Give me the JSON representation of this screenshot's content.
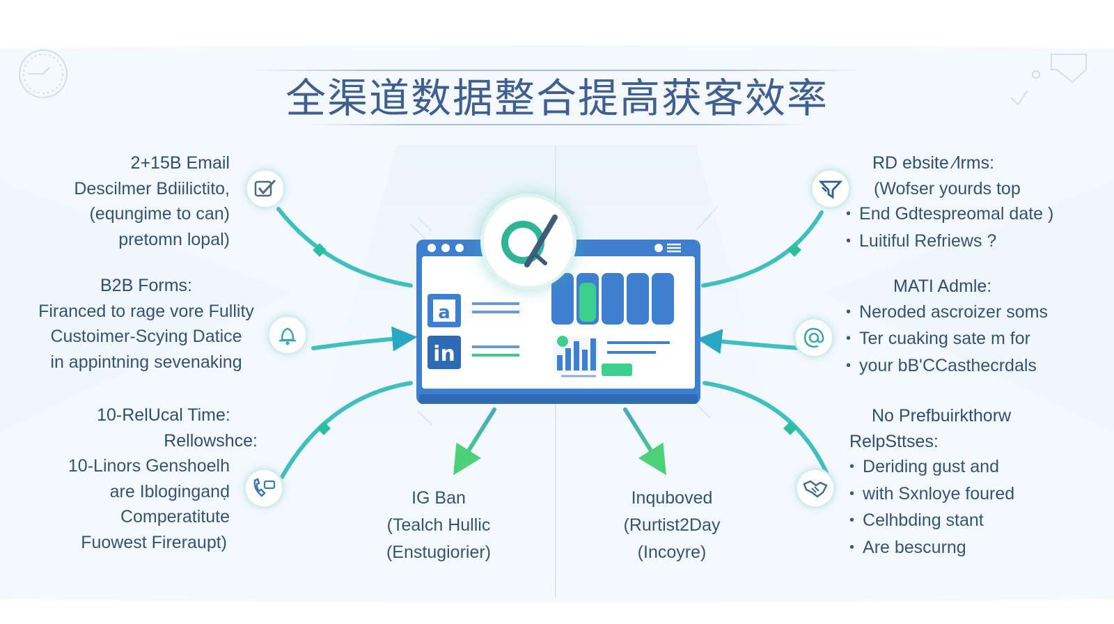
{
  "title": "全渠道数据整合提高获客效率",
  "left": {
    "email": {
      "heading": "2+15B Email",
      "lines": [
        "Descilmer Bdiilictito,",
        "(equngime to can)",
        "pretomn lopal)"
      ],
      "icon": "checkbox-icon"
    },
    "forms": {
      "heading": "B2B Forms:",
      "lines": [
        "Firanced to rage vore Fullity",
        "Custoimer-Scying Datice",
        "in appintning sevenaking"
      ],
      "icon": "bell-icon"
    },
    "realtime": {
      "heading_lines": [
        "10-RelUcal Time:",
        "Rellowshce:"
      ],
      "lines": [
        "10-Linors Genshoelh",
        "are Ibloginganḍ",
        "Comperatitute",
        "Fuowest Fireraupt)"
      ],
      "icon": "phone-icon"
    }
  },
  "right": {
    "website": {
      "heading": "RD ebsite ⁄lrms:",
      "line": "(Wofser yourds top",
      "bullets": [
        "End Gdtespreomal date )",
        "Luitiful Refriews ?"
      ],
      "icon": "funnel-icon"
    },
    "mati": {
      "heading": "MATI Admle:",
      "bullets": [
        "Neroded ascroizer soms",
        "Ter cuaking sate m for",
        "your bB'CCasthecrdals"
      ],
      "icon": "at-icon"
    },
    "noprefbuilt": {
      "heading_lines": [
        "No Prefbuirkthorw",
        "RelpSttses:"
      ],
      "bullets": [
        "Deriding gust and",
        "with Sxnloye foured",
        "Celhbding stant",
        "Are bescurng"
      ],
      "icon": "handshake-icon"
    }
  },
  "bottom": {
    "left": [
      "IG Ban",
      "(Tealch Hullic",
      "(Enstugiorier)"
    ],
    "right": [
      "Inquboved",
      "(Rurtist2Day",
      "(Incoyre)"
    ]
  },
  "dashboard": {
    "logo_icon": "qa-logo-icon",
    "app_icons": [
      "document-icon",
      "linkedin-icon"
    ],
    "linkedin_text": "in",
    "colors": {
      "primary": "#3f7fcf",
      "accent": "#3dcf8e",
      "teal": "#2bb7b0",
      "title": "#3f5f92"
    }
  }
}
